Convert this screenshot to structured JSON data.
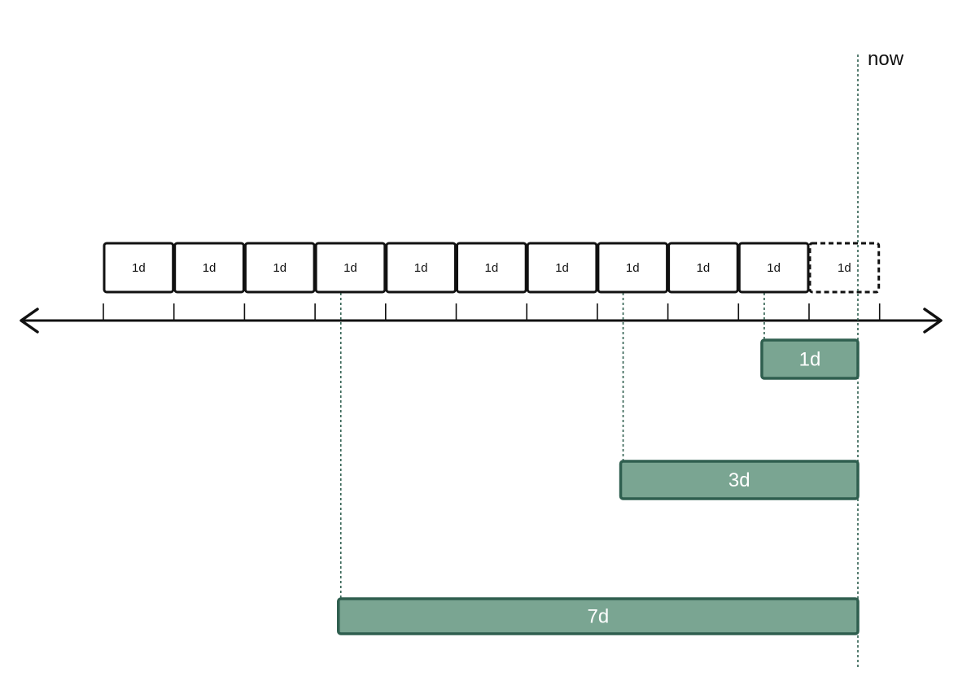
{
  "colors": {
    "background": "#ffffff",
    "ink": "#111111",
    "window_fill": "#7aa592",
    "window_stroke": "#2f5f4f",
    "guide_line": "#2f5f4f"
  },
  "now_label": "now",
  "day_blocks": [
    {
      "label": "1d",
      "pending": false
    },
    {
      "label": "1d",
      "pending": false
    },
    {
      "label": "1d",
      "pending": false
    },
    {
      "label": "1d",
      "pending": false
    },
    {
      "label": "1d",
      "pending": false
    },
    {
      "label": "1d",
      "pending": false
    },
    {
      "label": "1d",
      "pending": false
    },
    {
      "label": "1d",
      "pending": false
    },
    {
      "label": "1d",
      "pending": false
    },
    {
      "label": "1d",
      "pending": false
    },
    {
      "label": "1d",
      "pending": true
    }
  ],
  "windows": [
    {
      "label": "1d",
      "days": 1
    },
    {
      "label": "3d",
      "days": 3
    },
    {
      "label": "7d",
      "days": 7
    }
  ]
}
